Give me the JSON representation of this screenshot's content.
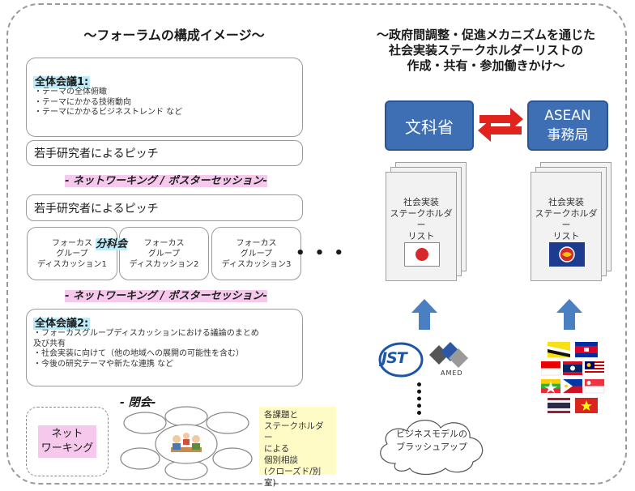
{
  "left": {
    "title": "～フォーラムの構成イメージ～",
    "plenary1": {
      "title": "全体会議1:",
      "items": [
        "・テーマの全体俯瞰",
        "・テーマにかかる技術動向",
        "・テーマにかかるビジネストレンド など"
      ]
    },
    "pitch1": "若手研究者によるピッチ",
    "networking1": "- ネットワーキング / ポスターセッション-",
    "pitch2": "若手研究者によるピッチ",
    "breakout_label": "分科会",
    "focus_groups": [
      {
        "line1": "フォーカス",
        "line2": "グループ",
        "line3": "ディスカッション1"
      },
      {
        "line1": "フォーカス",
        "line2": "グループ",
        "line3": "ディスカッション2"
      },
      {
        "line1": "フォーカス",
        "line2": "グループ",
        "line3": "ディスカッション3"
      }
    ],
    "ellipsis": "• • •",
    "networking2": "- ネットワーキング / ポスターセッション-",
    "plenary2": {
      "title": "全体会議2:",
      "items": [
        "・フォーカスグループディスカッションにおける議論のまとめ",
        "及び共有",
        "・社会実装に向けて（他の地域への展開の可能性を含む）",
        "・今後の研究テーマや新たな連携 など"
      ]
    },
    "closing": "- 閉会-",
    "networking_label": {
      "line1": "ネット",
      "line2": "ワーキング"
    },
    "consult": {
      "line1": "各課題と",
      "line2": "ステークホルダー",
      "line3": "による",
      "line4": "個別相談",
      "line5": "(クローズド/別室)"
    }
  },
  "right": {
    "title": {
      "line1": "～政府間調整・促進メカニズムを通じた",
      "line2": "社会実装ステークホルダーリストの",
      "line3": "作成・共有・参加働きかけ～"
    },
    "mext": "文科省",
    "asean": {
      "line1": "ASEAN",
      "line2": "事務局"
    },
    "list_jp": {
      "line1": "社会実装",
      "line2": "ステークホルダー",
      "line3": "リスト"
    },
    "list_asean": {
      "line1": "社会実装",
      "line2": "ステークホルダー",
      "line3": "リスト"
    },
    "jst_logo": "JST",
    "amed_logo": "AMED",
    "cloud": {
      "line1": "ビジネスモデルの",
      "line2": "ブラッシュアップ"
    }
  },
  "colors": {
    "mext_blue": "#3e6fb5",
    "arrow_red": "#e0231c",
    "arrow_blue": "#4a7fc1",
    "highlight_blue": "#bfeaf7",
    "highlight_pink": "#f6c9ec",
    "consult_bg": "#fffbc7"
  }
}
